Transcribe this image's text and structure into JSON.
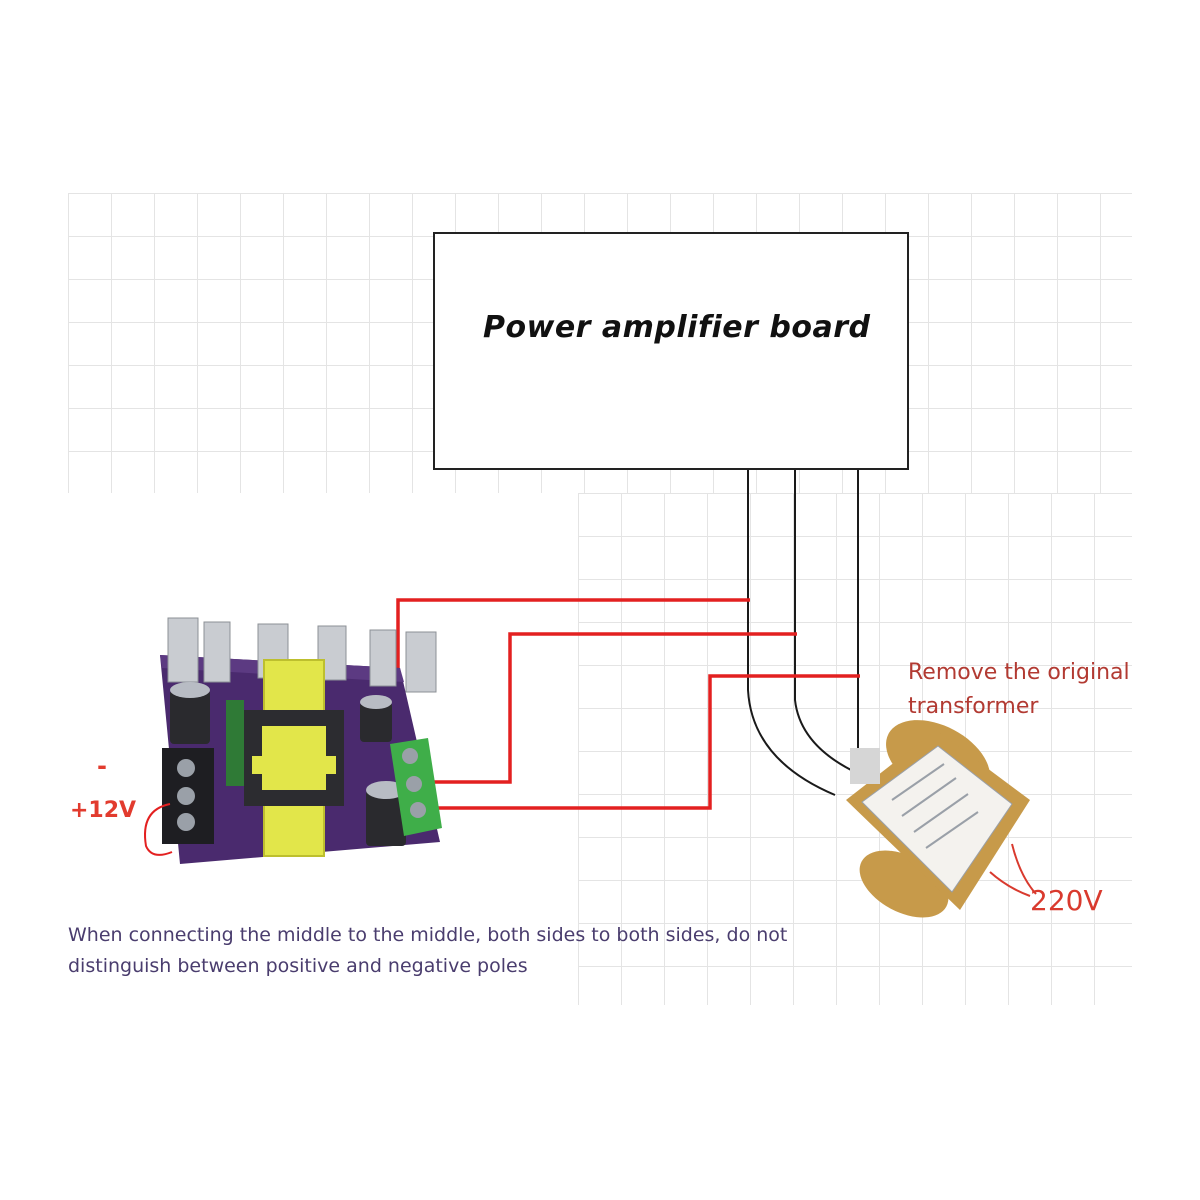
{
  "diagram": {
    "amplifier_board": {
      "title": "Power amplifier board"
    },
    "labels": {
      "remove_line1": "Remove the original",
      "remove_line2": "transformer",
      "minus": "-",
      "plus_12v": "+12V",
      "ac_220v": "220V",
      "caption": "When connecting the middle to the middle, both sides to both sides, do not distinguish between positive and negative poles"
    },
    "colors": {
      "wire_red": "#e32020",
      "wire_black": "#1a1a1a",
      "pcb_purple": "#4a2a6e",
      "inductor_yellow": "#e2e64a",
      "terminal_green": "#3fae49",
      "heatsink_silver": "#c9ccd1",
      "transformer_gold": "#c79a4a"
    }
  }
}
